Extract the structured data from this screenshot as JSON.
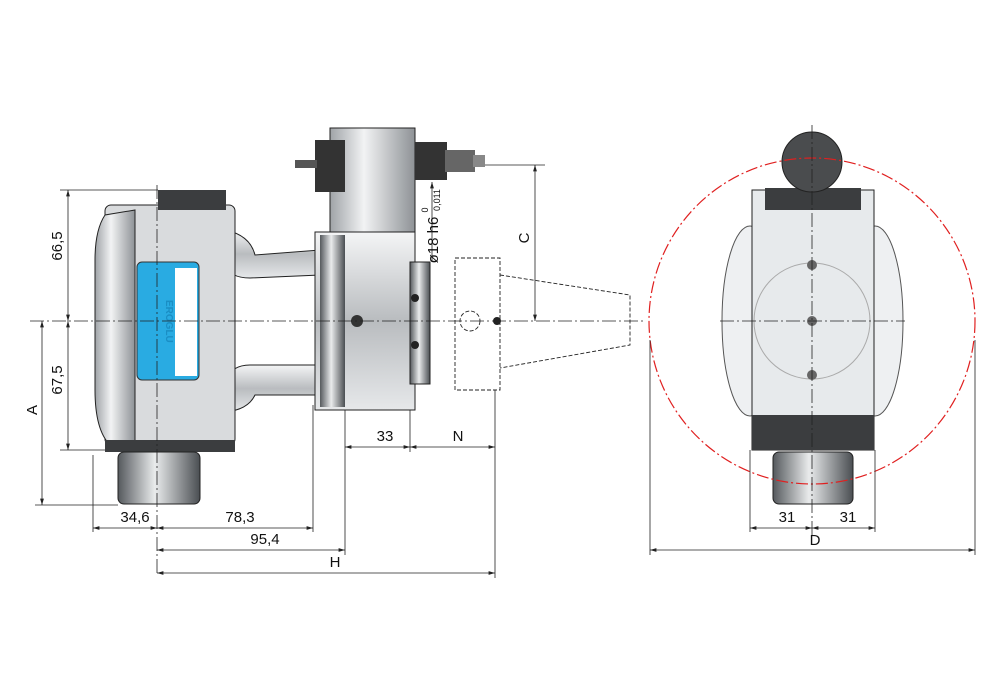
{
  "drawing": {
    "brand_label": "EROGLU",
    "colors": {
      "label_blue": "#29abe2",
      "body_grey": "#c8cacc",
      "dark_part": "#3a3a3a",
      "swing_circle": "#e02020"
    },
    "dimensions": {
      "d66_5": "66,5",
      "d67_5": "67,5",
      "A": "A",
      "C": "C",
      "shank_dia": "ø18 h6",
      "tol_upper": "0",
      "tol_lower": "0,011",
      "d33": "33",
      "N": "N",
      "d34_6": "34,6",
      "d78_3": "78,3",
      "d95_4": "95,4",
      "H": "H",
      "d31_left": "31",
      "d31_right": "31",
      "D": "D"
    }
  }
}
